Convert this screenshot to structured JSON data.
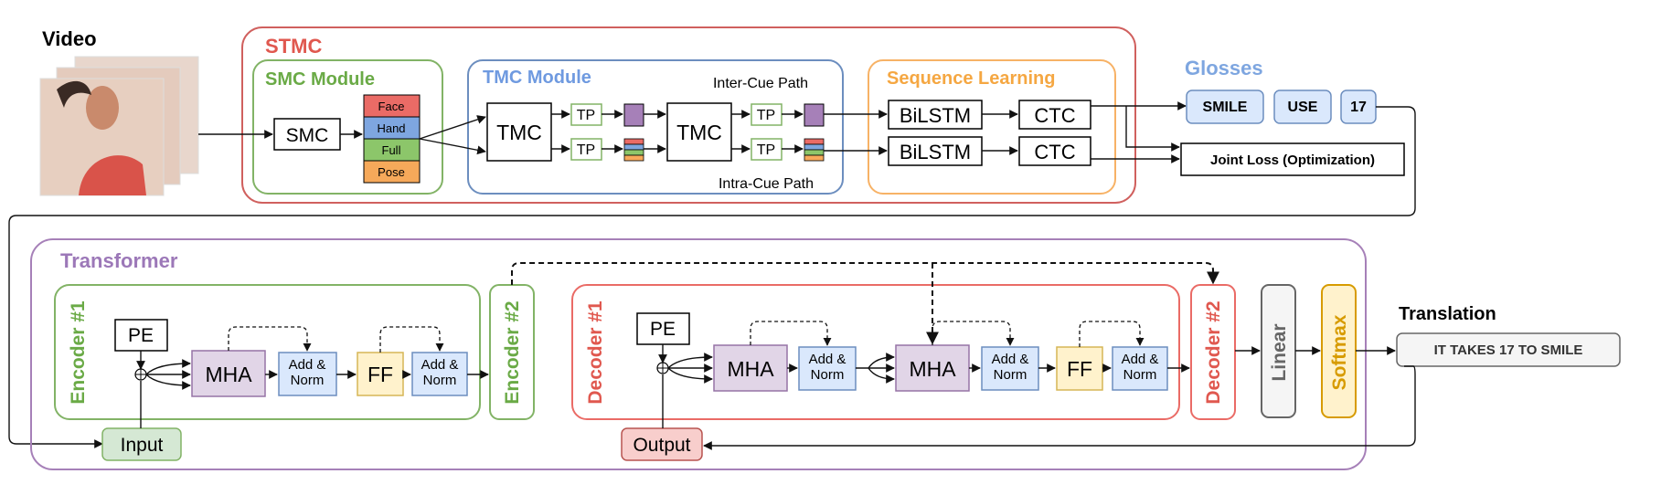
{
  "video": {
    "label": "Video"
  },
  "stmc": {
    "title": "STMC",
    "smc_module": {
      "title": "SMC Module",
      "smc_block": "SMC",
      "cues": [
        "Face",
        "Hand",
        "Full",
        "Pose"
      ]
    },
    "tmc_module": {
      "title": "TMC Module",
      "tmc_block_1": "TMC",
      "tmc_block_2": "TMC",
      "tp_label": "TP",
      "inter_cue_path": "Inter-Cue Path",
      "intra_cue_path": "Intra-Cue Path"
    },
    "sequence_learning": {
      "title": "Sequence Learning",
      "bilstm": "BiLSTM",
      "ctc": "CTC"
    }
  },
  "glosses": {
    "title": "Glosses",
    "items": [
      "SMILE",
      "USE",
      "17"
    ],
    "joint_loss": "Joint Loss (Optimization)"
  },
  "transformer": {
    "title": "Transformer",
    "encoder1": {
      "label": "Encoder #1",
      "pe": "PE",
      "mha": "MHA",
      "addnorm": "Add & Norm",
      "ff": "FF"
    },
    "encoder2": {
      "label": "Encoder #2"
    },
    "decoder1": {
      "label": "Decoder #1",
      "pe": "PE",
      "mha": "MHA",
      "addnorm": "Add & Norm",
      "ff": "FF"
    },
    "decoder2": {
      "label": "Decoder #2"
    },
    "linear": "Linear",
    "softmax": "Softmax",
    "input": "Input",
    "output": "Output"
  },
  "translation": {
    "title": "Translation",
    "text": "IT TAKES 17 TO SMILE"
  },
  "colors": {
    "stmc": "#d0605e",
    "smc_green": "#82b366",
    "tmc_blue": "#6c8ebf",
    "seq_orange": "#f7b266",
    "glosses_blue": "#7ea6e0",
    "transformer_purple": "#a680b8",
    "face": "#ea6b66",
    "hand": "#7ea6e0",
    "full": "#8cc66a",
    "pose": "#f6a95a"
  }
}
